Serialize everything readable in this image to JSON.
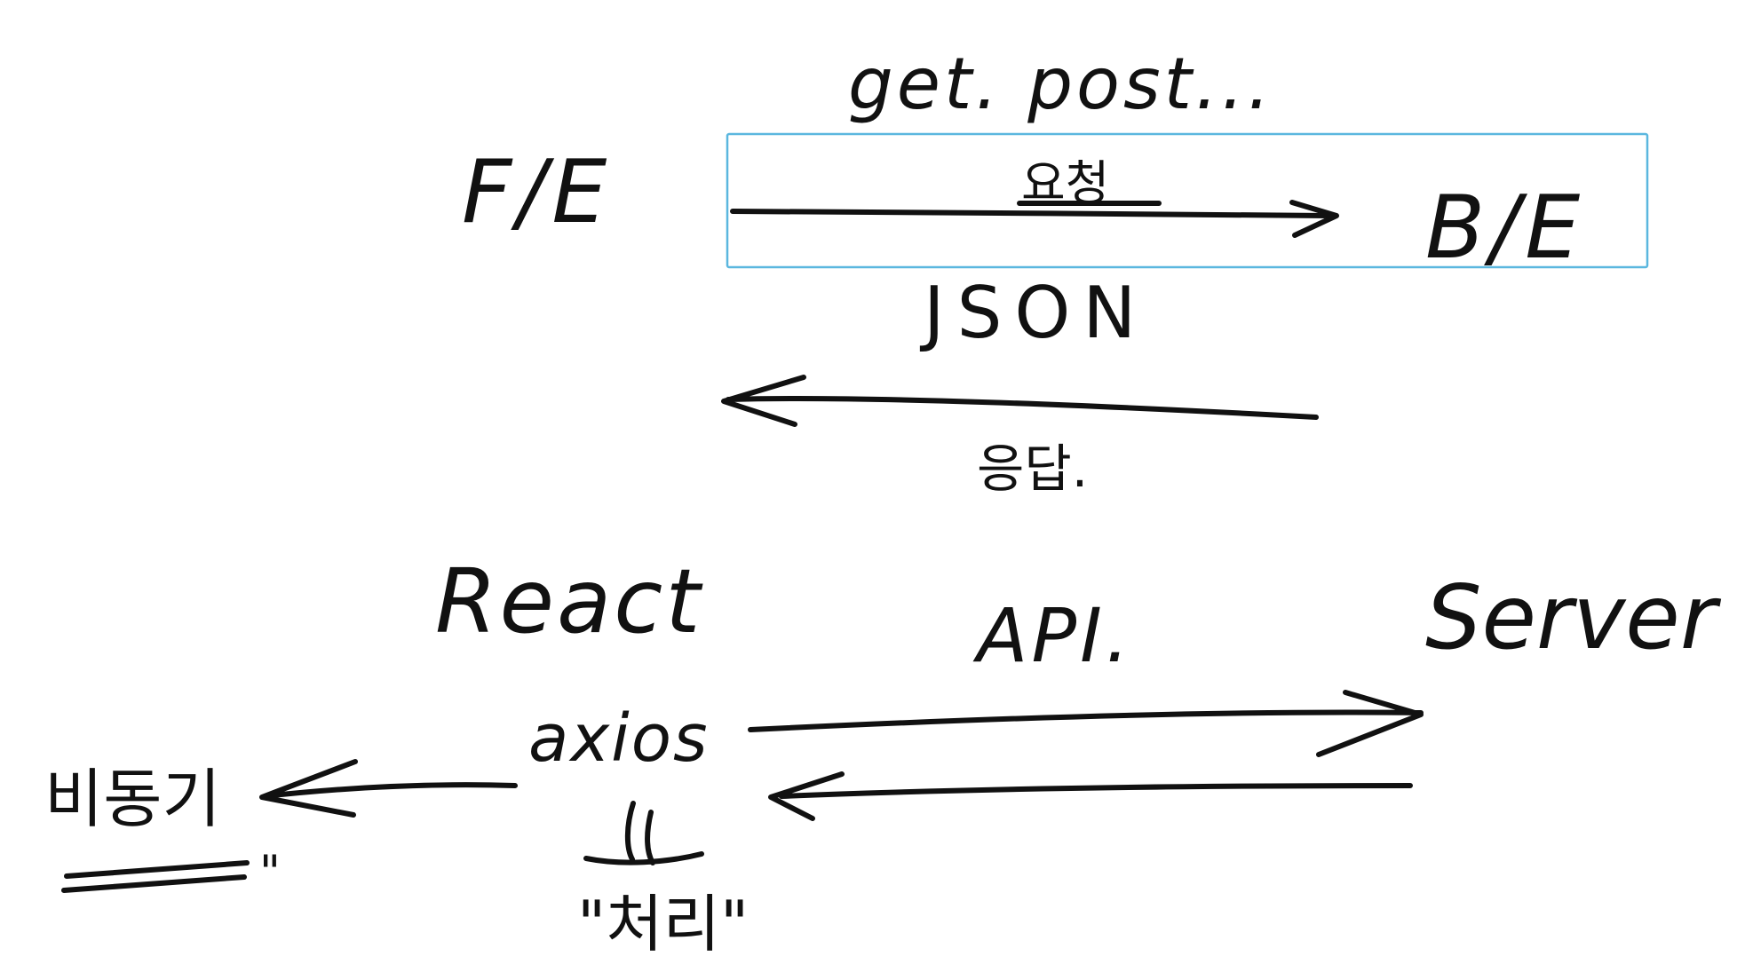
{
  "diagram": {
    "top": {
      "methods": "get. post...",
      "frontend": "F/E",
      "request": "요청",
      "backend": "B/E",
      "format": "JSON",
      "response": "응답."
    },
    "bottom": {
      "client": "React",
      "api": "API.",
      "server": "Server",
      "library": "axios",
      "async": "비동기",
      "async_quote": "\"",
      "handling": "\"처리\""
    },
    "colors": {
      "ink": "#111111",
      "selection_box": "#5bb7df",
      "background": "#ffffff"
    }
  }
}
